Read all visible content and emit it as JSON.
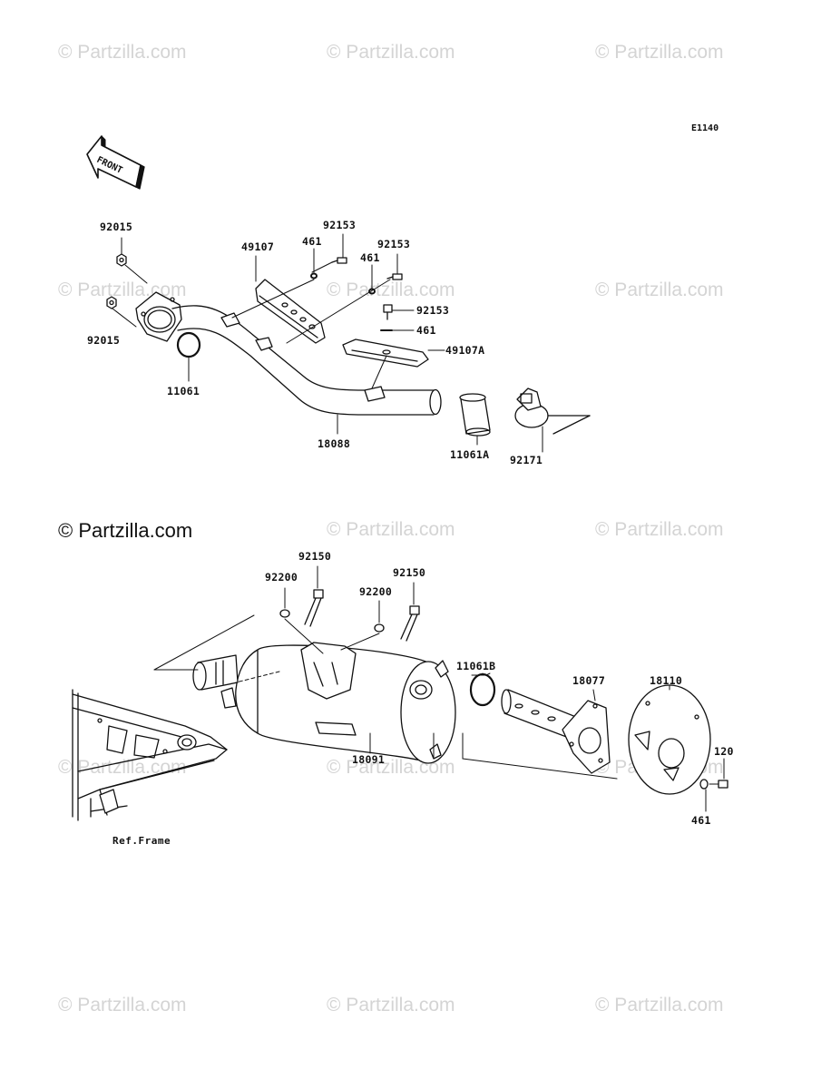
{
  "diagram": {
    "code": "E1140",
    "front_label": "FRONT",
    "ref_frame_label": "Ref.Frame",
    "watermark_text": "© Partzilla.com",
    "parts_top": [
      {
        "id": "p92015a",
        "label": "92015"
      },
      {
        "id": "p92015b",
        "label": "92015"
      },
      {
        "id": "p11061",
        "label": "11061"
      },
      {
        "id": "p49107",
        "label": "49107"
      },
      {
        "id": "p461a",
        "label": "461"
      },
      {
        "id": "p92153a",
        "label": "92153"
      },
      {
        "id": "p461b",
        "label": "461"
      },
      {
        "id": "p92153b",
        "label": "92153"
      },
      {
        "id": "p92153c",
        "label": "92153"
      },
      {
        "id": "p461c",
        "label": "461"
      },
      {
        "id": "p49107A",
        "label": "49107A"
      },
      {
        "id": "p18088",
        "label": "18088"
      },
      {
        "id": "p11061A",
        "label": "11061A"
      },
      {
        "id": "p92171",
        "label": "92171"
      }
    ],
    "parts_bottom": [
      {
        "id": "p92150a",
        "label": "92150"
      },
      {
        "id": "p92200a",
        "label": "92200"
      },
      {
        "id": "p92150b",
        "label": "92150"
      },
      {
        "id": "p92200b",
        "label": "92200"
      },
      {
        "id": "p11061B",
        "label": "11061B"
      },
      {
        "id": "p18077",
        "label": "18077"
      },
      {
        "id": "p18110",
        "label": "18110"
      },
      {
        "id": "p120",
        "label": "120"
      },
      {
        "id": "p18091",
        "label": "18091"
      },
      {
        "id": "p461d",
        "label": "461"
      }
    ]
  }
}
